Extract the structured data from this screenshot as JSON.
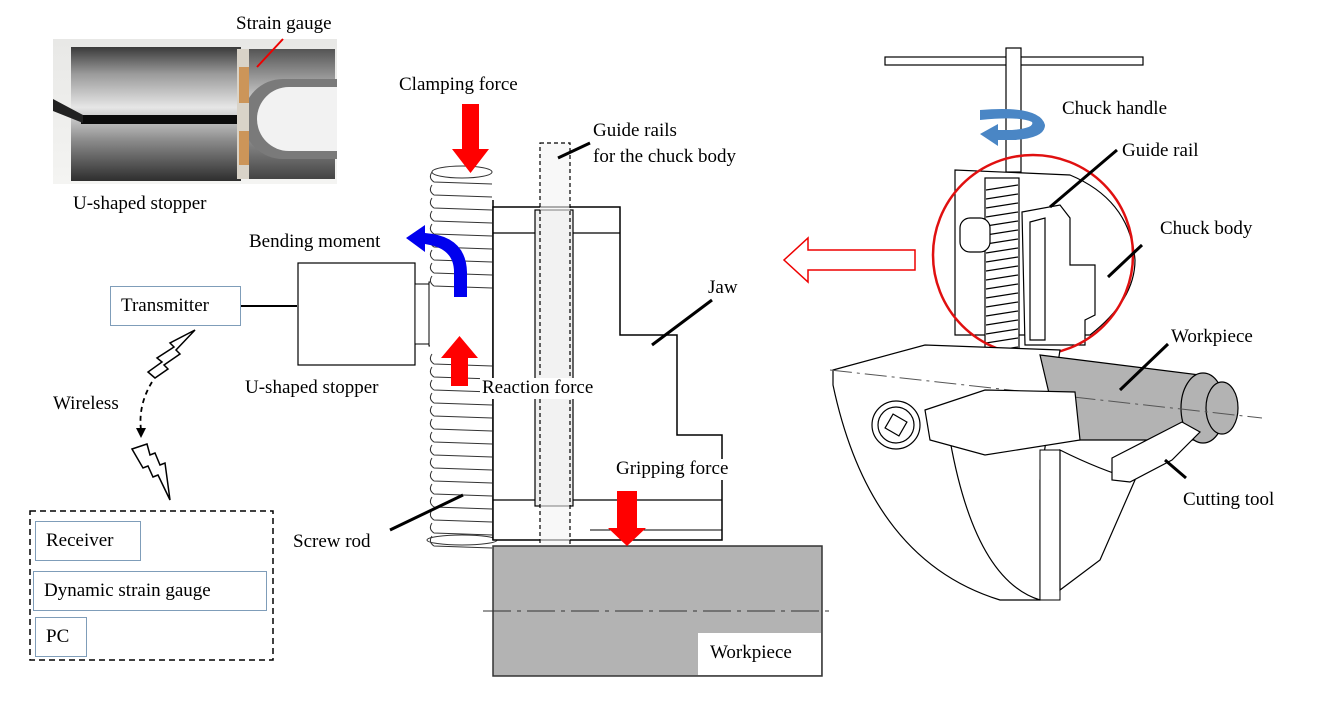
{
  "figure": {
    "photo": {
      "strain_gauge_label": "Strain gauge",
      "caption": "U-shaped stopper"
    },
    "system": {
      "transmitter_label": "Transmitter",
      "wireless_label": "Wireless",
      "receiver_label": "Receiver",
      "dynamic_strain_gauge_label": "Dynamic strain gauge",
      "pc_label": "PC"
    },
    "cross_section": {
      "clamping_force_label": "Clamping force",
      "guide_rails_label_line1": "Guide rails",
      "guide_rails_label_line2": "for the chuck body",
      "bending_moment_label": "Bending moment",
      "u_stopper_label": "U-shaped stopper",
      "reaction_force_label": "Reaction force",
      "jaw_label": "Jaw",
      "gripping_force_label": "Gripping force",
      "screw_rod_label": "Screw rod",
      "workpiece_label": "Workpiece"
    },
    "chuck_view": {
      "chuck_handle_label": "Chuck handle",
      "guide_rail_label": "Guide rail",
      "chuck_body_label": "Chuck body",
      "workpiece_label": "Workpiece",
      "cutting_tool_label": "Cutting tool"
    },
    "colors": {
      "force_arrow": "#ff0000",
      "moment_arrow": "#0000ff",
      "rotation_arrow": "#4a86c5",
      "highlight_circle": "#e01010",
      "box_border": "#7f9db9",
      "workpiece_fill": "#b3b3b3",
      "guide_rail_fill": "#efefef"
    }
  }
}
